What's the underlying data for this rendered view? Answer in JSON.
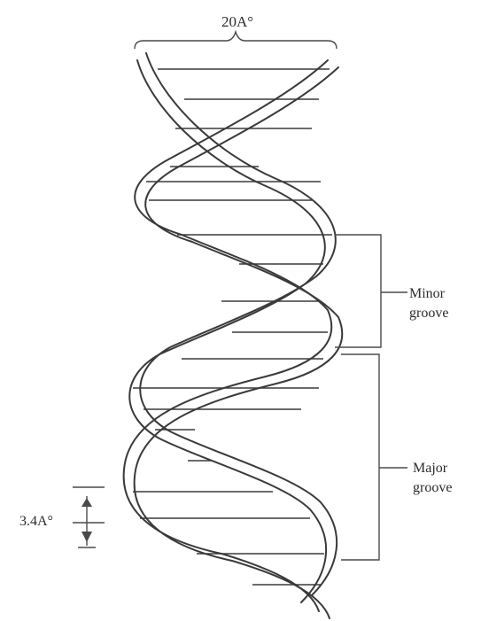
{
  "labels": {
    "width": "20A°",
    "rise": "3.4A°",
    "minor_line1": "Minor",
    "minor_line2": "groove",
    "major_line1": "Major",
    "major_line2": "groove"
  },
  "colors": {
    "ink": "#3a3a3a",
    "paper": "#ffffff"
  }
}
